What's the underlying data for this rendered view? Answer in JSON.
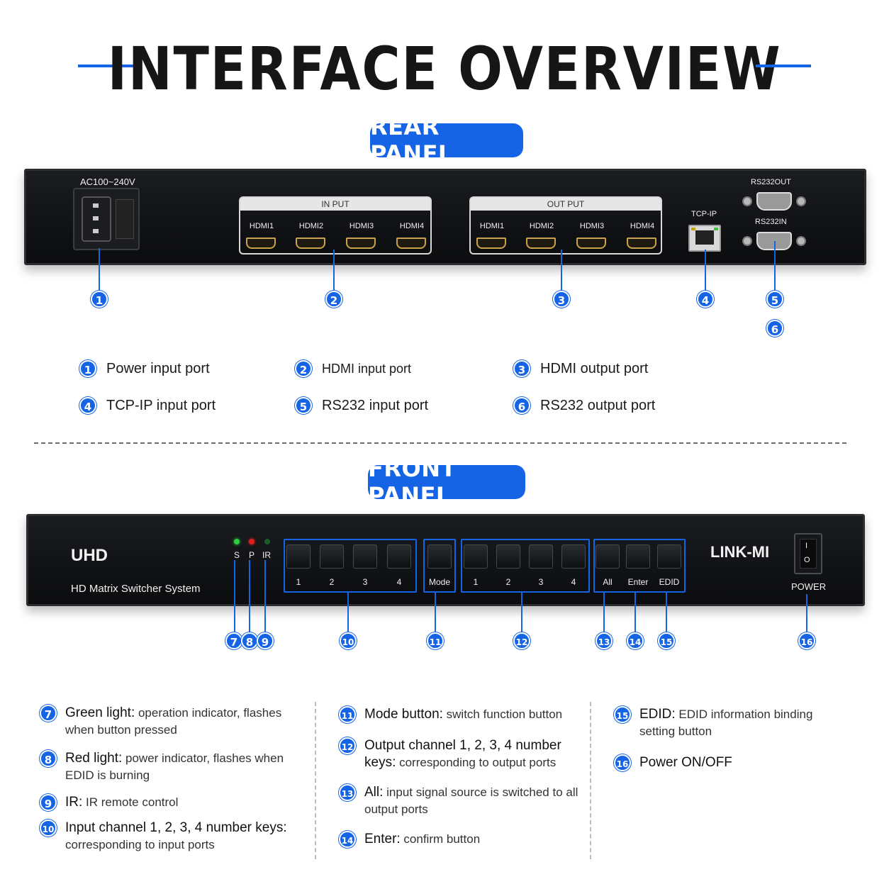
{
  "title": "INTERFACE OVERVIEW",
  "rear_panel": {
    "heading": "REAR PANEL",
    "power_label": "AC100~240V",
    "input_group_label": "IN PUT",
    "output_group_label": "OUT PUT",
    "input_ports": [
      "HDMI1",
      "HDMI2",
      "HDMI3",
      "HDMI4"
    ],
    "output_ports": [
      "HDMI1",
      "HDMI2",
      "HDMI3",
      "HDMI4"
    ],
    "tcp_label": "TCP-IP",
    "rs232_out_label": "RS232OUT",
    "rs232_in_label": "RS232IN",
    "callouts": [
      "1",
      "2",
      "3",
      "4",
      "5",
      "6"
    ],
    "legend": [
      {
        "num": "1",
        "text": "Power input port"
      },
      {
        "num": "2",
        "text": "HDMI input port"
      },
      {
        "num": "3",
        "text": "HDMI output port"
      },
      {
        "num": "4",
        "text": "TCP-IP input port"
      },
      {
        "num": "5",
        "text": "RS232 input port"
      },
      {
        "num": "6",
        "text": "RS232 output port"
      }
    ]
  },
  "front_panel": {
    "heading": "FRONT PANEL",
    "brand_short": "UHD",
    "product_name": "HD Matrix Switcher System",
    "brand_logo": "LINK-MI",
    "led_labels": [
      "S",
      "P",
      "IR"
    ],
    "input_keys": [
      "1",
      "2",
      "3",
      "4"
    ],
    "mode_key": "Mode",
    "output_keys": [
      "1",
      "2",
      "3",
      "4"
    ],
    "function_keys": [
      "All",
      "Enter",
      "EDID"
    ],
    "power_label": "POWER",
    "power_switch_on": "I",
    "power_switch_off": "O",
    "callouts": [
      "7",
      "8",
      "9",
      "10",
      "11",
      "12",
      "13",
      "14",
      "15",
      "16"
    ],
    "descriptions": [
      {
        "num": "7",
        "bold": "Green light:",
        "rest": " operation indicator, flashes when button pressed"
      },
      {
        "num": "8",
        "bold": "Red light:",
        "rest": " power indicator, flashes when EDID is burning"
      },
      {
        "num": "9",
        "bold": "IR:",
        "rest": " IR remote control"
      },
      {
        "num": "10",
        "bold": "Input channel 1, 2, 3, 4 number keys:",
        "rest": " corresponding to input ports"
      },
      {
        "num": "11",
        "bold": "Mode button:",
        "rest": " switch function button"
      },
      {
        "num": "12",
        "bold": "Output channel 1, 2, 3, 4 number keys:",
        "rest": " corresponding to output ports"
      },
      {
        "num": "13",
        "bold": "All:",
        "rest": " input signal source is switched to all output ports"
      },
      {
        "num": "14",
        "bold": "Enter:",
        "rest": " confirm button"
      },
      {
        "num": "15",
        "bold": "EDID:",
        "rest": " EDID information binding setting button"
      },
      {
        "num": "16",
        "bold": "Power ON/OFF",
        "rest": ""
      }
    ]
  },
  "colors": {
    "accent": "#1664e6",
    "device": "#0e0f11",
    "led_green": "#2ecc40",
    "led_red": "#e02020"
  },
  "icons": [
    "power-inlet-icon",
    "hdmi-port-icon",
    "rj45-port-icon",
    "db9-port-icon",
    "led-icon",
    "rocker-switch-icon"
  ]
}
